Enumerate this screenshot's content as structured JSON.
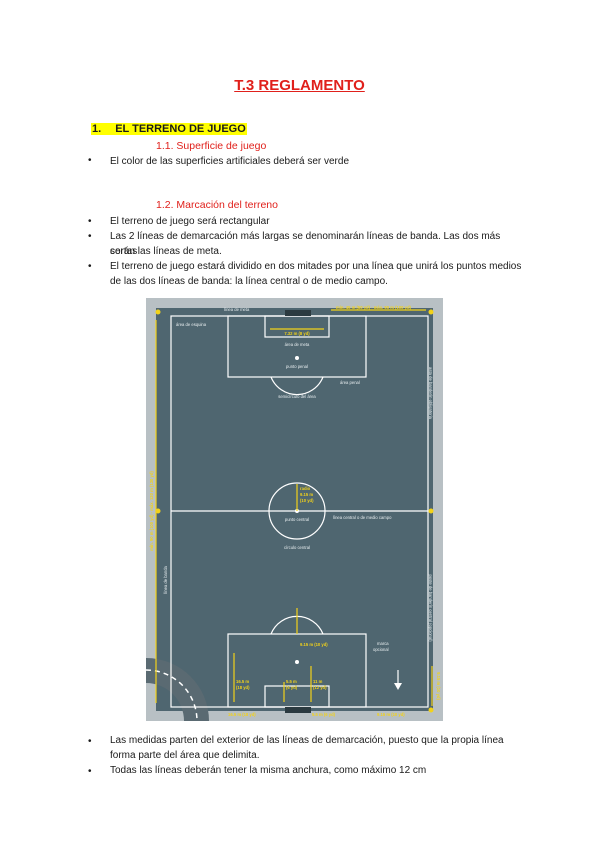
{
  "title": "T.3 REGLAMENTO",
  "section1": {
    "number": "1.",
    "heading": "EL TERRENO DE JUEGO"
  },
  "sub1": {
    "heading": "1.1. Superficie de juego",
    "bullets": [
      "El color de las superficies artificiales deberá ser verde"
    ]
  },
  "sub2": {
    "heading": "1.2. Marcación del terreno",
    "bullets": [
      "El terreno de juego será rectangular",
      "Las 2 líneas de demarcación más largas se denominarán líneas de banda. Las dos más cortas",
      "serán las líneas de meta.",
      "El terreno de juego estará dividido en dos mitades por una línea que unirá los puntos medios",
      "de las dos líneas de banda: la línea central o de medio campo."
    ]
  },
  "bottom_bullets": [
    "Las medidas parten del exterior de las líneas de demarcación, puesto que la propia línea",
    "forma parte del área que delimita.",
    "Todas las líneas deberán tener la misma anchura, como máximo 12 cm"
  ],
  "diagram": {
    "colors": {
      "field": "#4f6670",
      "border": "#b8c0c4",
      "lines": "#ffffff",
      "measure": "#f2d21a",
      "bullet_red": "#e0201b"
    },
    "labels": {
      "goal_line": "línea de meta",
      "width_measure": "mín. 45 m (50 yd) - máx. 90 m (100 yd)",
      "corner_area": "área de esquina",
      "goal_width": "7.32 m (8 yd)",
      "goal_area": "área de meta",
      "penalty_spot": "punto penal",
      "penalty_area": "área penal",
      "penalty_arc": "semicírculo del área",
      "length_measure": "mín. 90 m (100 yd) - máx. 120 m (130 yd)",
      "corner_flag": "asta de banderín obligatoria",
      "radius_title": "radio",
      "radius_value": "9.15 m",
      "radius_unit": "(10 yd)",
      "centre_spot": "punto central",
      "half_way_line": "línea central o de medio campo",
      "centre_circle": "círculo central",
      "touch_line": "línea de banda",
      "halfway_flag": "poste de banderín central (opcional)",
      "arc_measure": "9.15 m (10 yd)",
      "mark_title": "marca",
      "mark_sub": "opcional",
      "pen_depth_m": "16.5 m",
      "pen_depth_yd": "(18 yd)",
      "ga_depth_m": "5.5 m",
      "ga_depth_yd": "(6 yd)",
      "spot_m": "11 m",
      "spot_yd": "(12 yd)",
      "bottom_left": "16.5 m (18 yd)",
      "bottom_mid": "5.5 m (6 yd)",
      "bottom_right": "9.15 m (10 yd)",
      "mark_dist": "9.15 m (10 yd)"
    }
  }
}
